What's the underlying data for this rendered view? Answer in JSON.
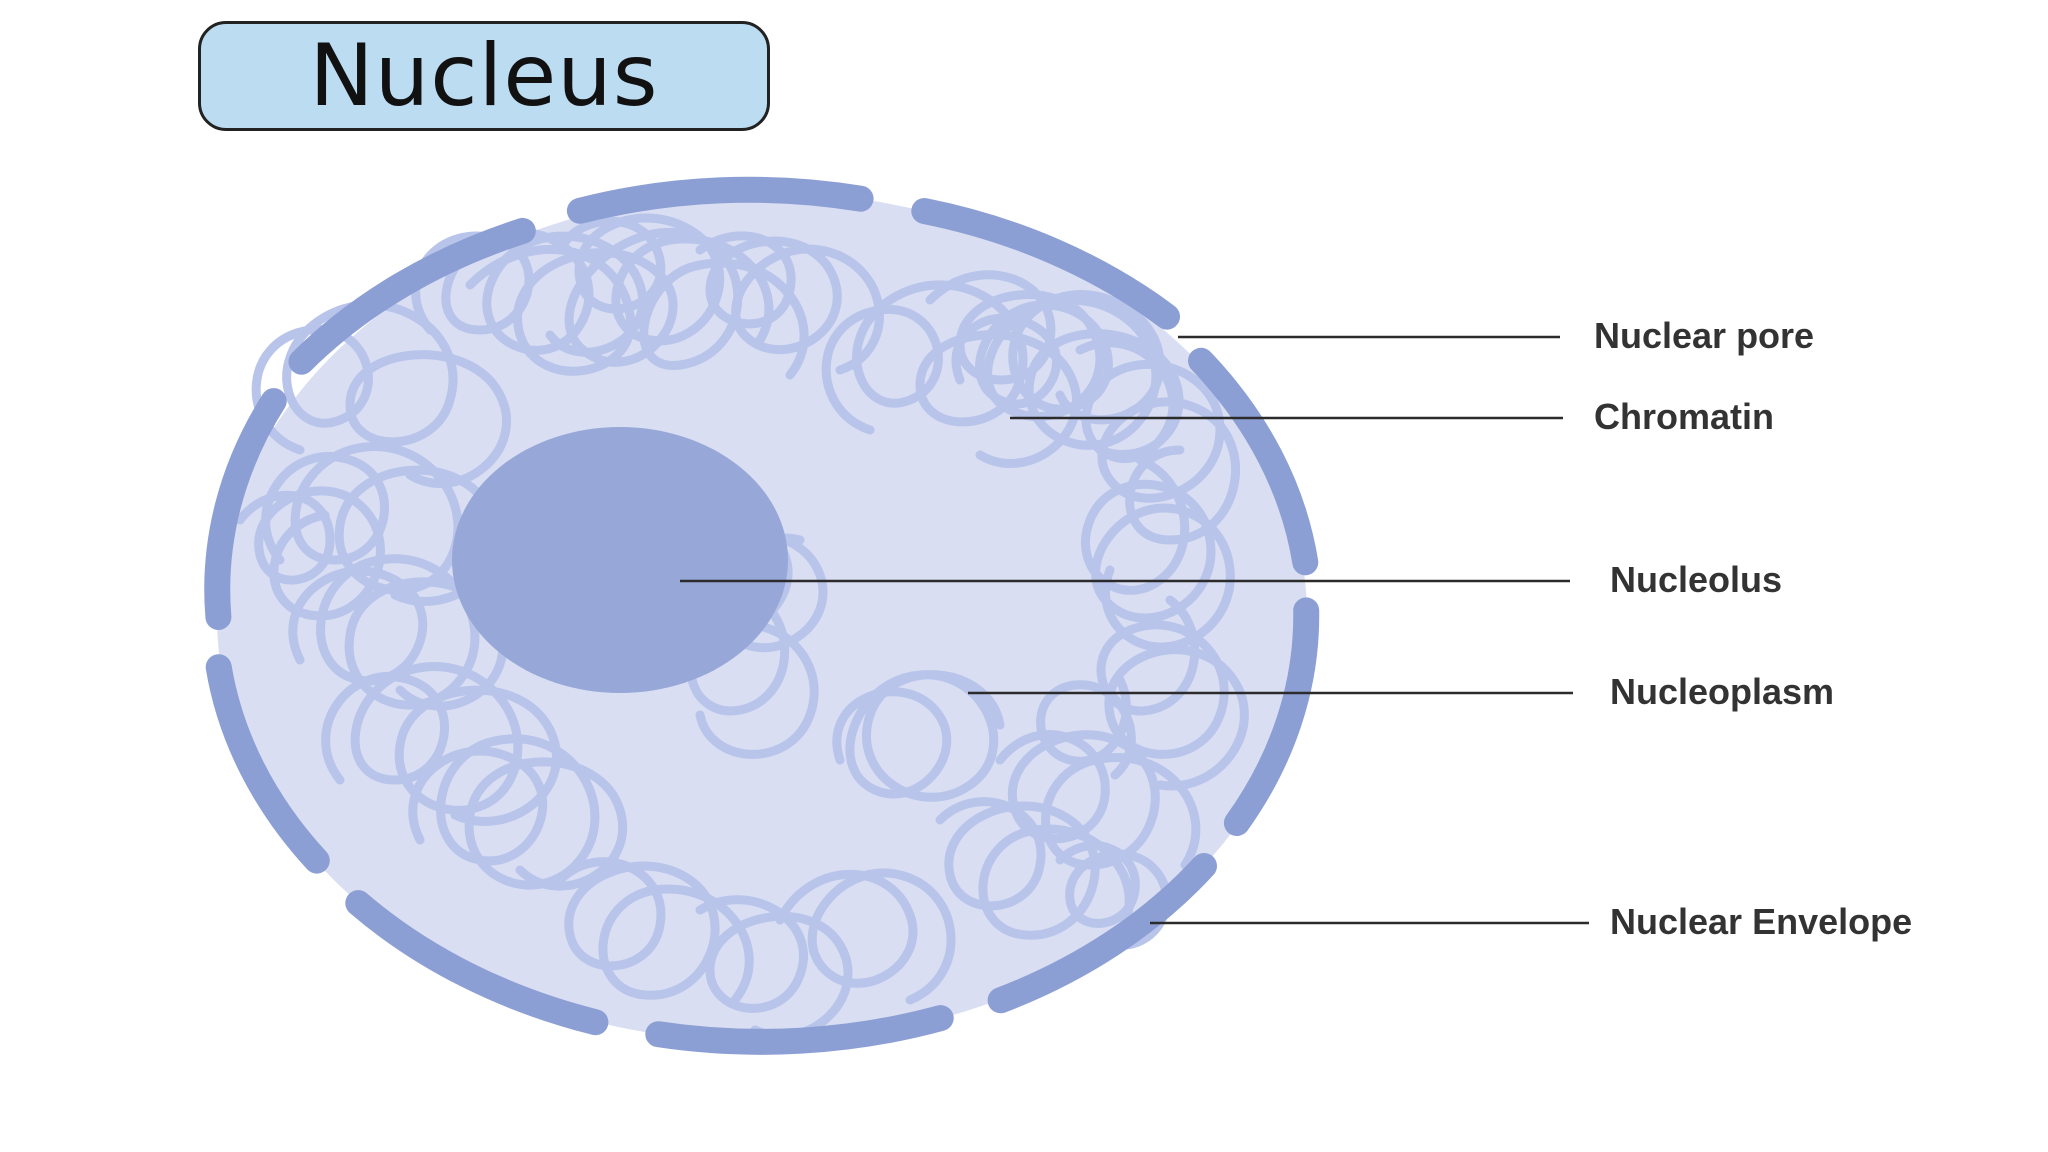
{
  "title": "Nucleus",
  "labels": {
    "nuclear_pore": "Nuclear pore",
    "chromatin": "Chromatin",
    "nucleolus": "Nucleolus",
    "nucleoplasm": "Nucleoplasm",
    "nuclear_envelope": "Nuclear Envelope"
  },
  "colors": {
    "title_box": "#bcdcf2",
    "nucleoplasm": "#d9def2",
    "envelope": "#8c9fd4",
    "envelope_stroke": "#7488c6",
    "chromatin": "#b8c4ea",
    "nucleolus": "#97a8d8",
    "leader": "#2b2b2b"
  }
}
